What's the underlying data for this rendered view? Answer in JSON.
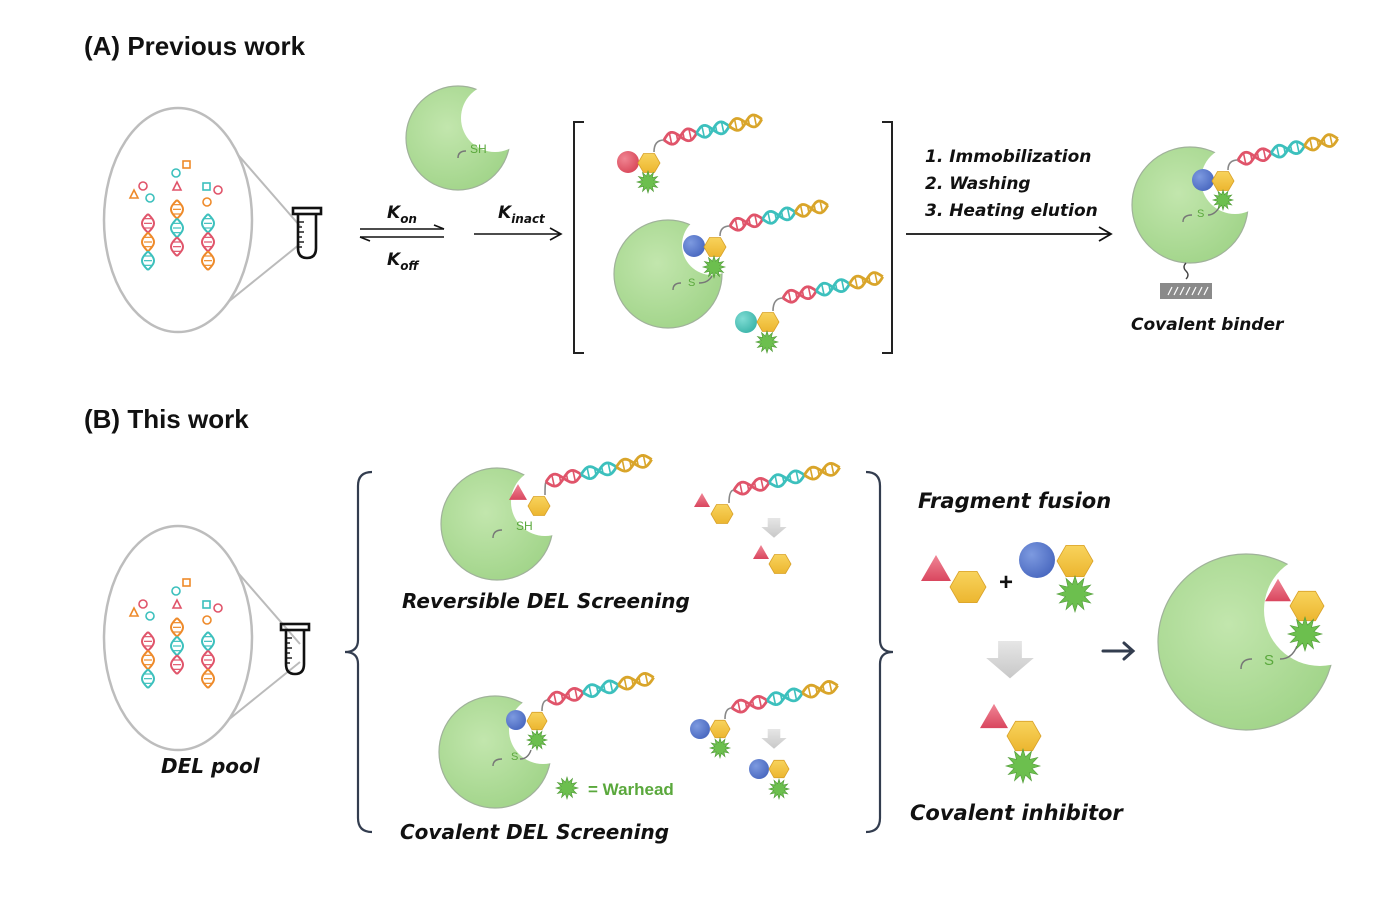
{
  "panel_a": {
    "heading": "(A)   Previous work",
    "rate_on_main": "K",
    "rate_on_sub": "on",
    "rate_off_main": "K",
    "rate_off_sub": "off",
    "rate_inact_main": "K",
    "rate_inact_sub": "inact",
    "thiol_label": "SH",
    "thioether_label": "S",
    "steps": [
      "1. Immobilization",
      "2. Washing",
      "3. Heating elution"
    ],
    "result_label": "Covalent binder"
  },
  "panel_b": {
    "heading": "(B)   This work",
    "pool_label": "DEL pool",
    "reversible_label": "Reversible DEL Screening",
    "covalent_label": "Covalent DEL Screening",
    "thiol_label": "SH",
    "thioether_label": "S",
    "warhead_legend": "=  Warhead",
    "fusion_title": "Fragment fusion",
    "plus": "+",
    "inhibitor_label": "Covalent inhibitor"
  },
  "colors": {
    "protein": "#a9d88e",
    "protein_edge": "#9aa89a",
    "dna_red": "#e0546a",
    "dna_teal": "#3cc0bd",
    "dna_gold": "#d9a52a",
    "hexagon": "#f5c542",
    "warhead": "#6cbf4e",
    "blue_ball": "#5a7bd0",
    "red_ball": "#e45c6b",
    "teal_ball": "#52c7bd",
    "triangle": "#e05c72",
    "bracket": "#333d4f",
    "arrow_gray": "#d5d5d5"
  }
}
